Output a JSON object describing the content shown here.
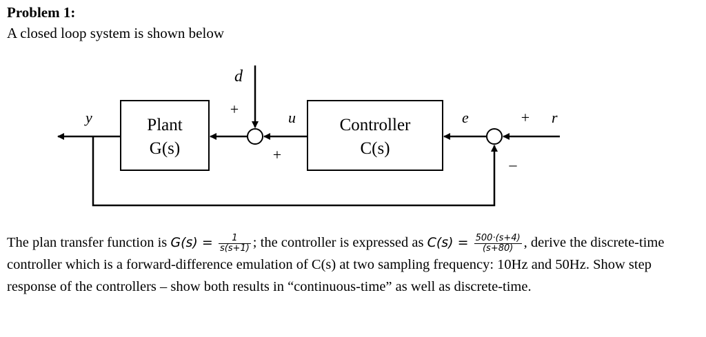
{
  "title": "Problem 1:",
  "intro": "A closed loop system is shown below",
  "diagram": {
    "plant_name": "Plant",
    "plant_tf": "G(s)",
    "controller_name": "Controller",
    "controller_tf": "C(s)",
    "disturbance": "d",
    "output": "y",
    "control": "u",
    "error": "e",
    "reference": "r",
    "sum1_top_sign": "+",
    "sum1_bottom_sign": "+",
    "sum2_top_sign": "+",
    "sum2_bottom_sign": "–"
  },
  "text": {
    "p1": "The plan transfer function is",
    "G_lhs": "G(s) =",
    "G_num": "1",
    "G_den": "s(s+1)",
    "p2": "; the controller is expressed as",
    "C_lhs": "C(s) =",
    "C_num": "500·(s+4)",
    "C_den": "(s+80)",
    "p3": ", derive the discrete-time controller which is a forward-difference emulation of C(s) at two sampling frequency: 10Hz and 50Hz. Show step response of the controllers – show both results in “continuous-time” as well as discrete-time."
  }
}
